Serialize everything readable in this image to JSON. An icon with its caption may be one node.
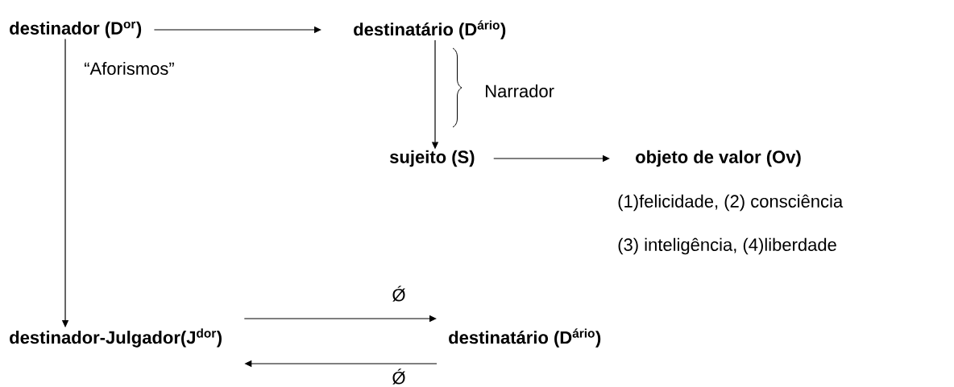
{
  "diagram": {
    "nodes": [
      {
        "text": [
          "destinador (D$^{or}$)"
        ]
      },
      {
        "text": [
          "destinatário (D$^{ário}$)"
        ]
      },
      {
        "text": [
          "sujeito (S)"
        ]
      },
      {
        "text": [
          "objeto de valor (Ov)"
        ],
        "beside": [
          "(1)felicidade, (2) consciência",
          "(3) inteligência, (4)liberdade"
        ]
      },
      {
        "text": [
          "destinador-Julgador(J$^{dor}$)"
        ]
      },
      {
        "text": [
          "destinatário (D$^{ário}$)"
        ]
      }
    ],
    "edges": [
      {
        "from": 0,
        "to": 1,
        "arrow": "to"
      },
      {
        "from": 0,
        "to": 4,
        "arrow": "to",
        "label": "“Aforismos”"
      },
      {
        "from": 1,
        "to": 2,
        "arrow": "to"
      },
      {
        "from": 2,
        "to": 3,
        "arrow": "to"
      },
      {
        "from": 4,
        "to": 5,
        "arrow": "to",
        "label": "Ǿ"
      },
      {
        "from": 5,
        "to": 4,
        "arrow": "to",
        "label": "Ǿ"
      }
    ],
    "labels": [
      "Narrador"
    ]
  }
}
